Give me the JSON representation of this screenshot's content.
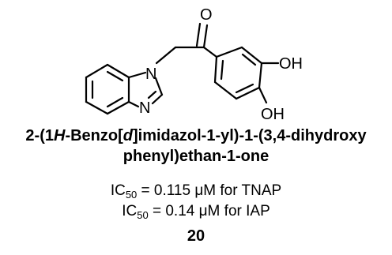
{
  "structure": {
    "atoms": {
      "carbonyl_oxygen": "O",
      "hydroxyl_meta": "OH",
      "hydroxyl_para": "OH",
      "n1": "N",
      "n3": "N"
    }
  },
  "compound": {
    "name_line1": {
      "prefix": "2-(1",
      "italic_h": "H",
      "mid": "-Benzo[",
      "italic_d": "d",
      "suffix": "]imidazol-1-yl)-1-(3,4-dihydroxy"
    },
    "name_line2": "phenyl)ethan-1-one",
    "number": "20"
  },
  "activities": [
    {
      "label": "IC",
      "subscript": "50",
      "text": " = 0.115 μM for TNAP"
    },
    {
      "label": "IC",
      "subscript": "50",
      "text": " = 0.14 μM for IAP"
    }
  ]
}
